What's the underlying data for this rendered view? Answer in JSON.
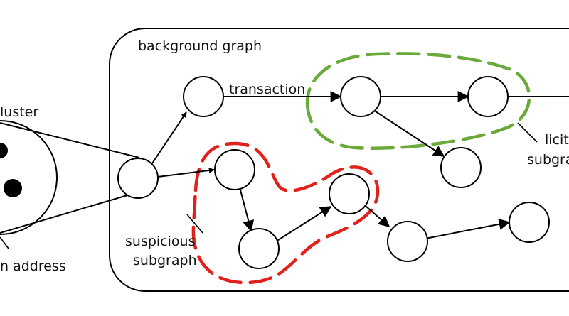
{
  "labels": {
    "cluster": "luster",
    "address": "n address",
    "background_graph": "background graph",
    "transaction": "transaction",
    "suspicious_1": "suspicious",
    "suspicious_2": "subgraph",
    "licit_1": "licit",
    "licit_2": "subgra"
  },
  "colors": {
    "suspicious": "#e0221c",
    "licit": "#6aaa3a",
    "stroke": "#000000"
  }
}
